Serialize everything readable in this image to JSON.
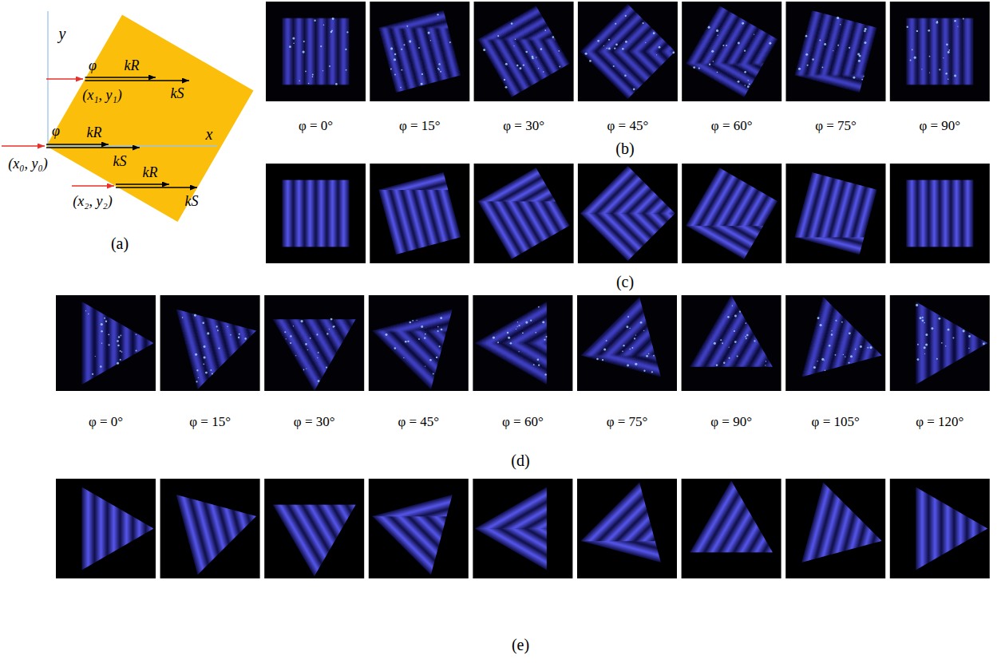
{
  "diagram": {
    "labels": [
      "y",
      "φ",
      "kR",
      "kS",
      "(x₁, y₁)",
      "φ",
      "kR",
      "x",
      "kS",
      "(x₀, y₀)",
      "kR",
      "kS",
      "(x₂, y₂)",
      "(a)",
      "φ = 0°",
      "φ = 15°",
      "φ = 30°",
      "φ = 45°",
      "φ = 60°",
      "φ = 75°",
      "φ = 90°",
      "(b)",
      "(c)",
      "φ = 0°",
      "φ = 15°",
      "φ = 30°",
      "φ = 45°",
      "φ = 60°",
      "φ = 75°",
      "φ = 90°",
      "φ = 105°",
      "φ = 120°",
      "(d)",
      "(e)"
    ]
  }
}
